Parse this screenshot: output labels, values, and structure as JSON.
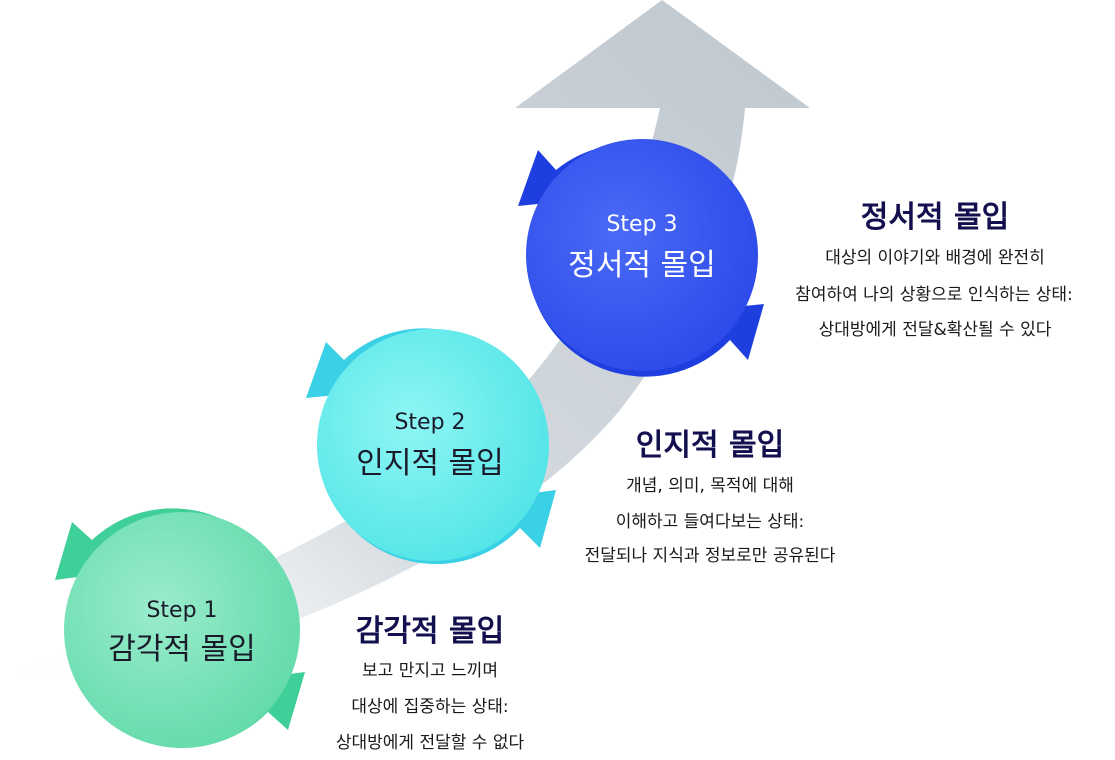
{
  "colors": {
    "arrow_gray": "#c7ced5",
    "step1_fill": "#7fe3be",
    "step1_arrow": "#3fcf98",
    "step2_fill": "#6ef1ef",
    "step2_arrow": "#3ad0e6",
    "step3_fill": "#3456f2",
    "step3_arrow": "#1e3ee0",
    "title_color": "#14104f"
  },
  "steps": [
    {
      "step_label": "Step 1",
      "name": "감각적 몰입",
      "title": "감각적 몰입",
      "lines": [
        "보고 만지고 느끼며",
        "대상에 집중하는 상태:",
        "상대방에게 전달할 수 없다"
      ]
    },
    {
      "step_label": "Step 2",
      "name": "인지적 몰입",
      "title": "인지적 몰입",
      "lines": [
        "개념, 의미, 목적에 대해",
        "이해하고 들여다보는 상태:",
        "전달되나 지식과 정보로만 공유된다"
      ]
    },
    {
      "step_label": "Step 3",
      "name": "정서적 몰입",
      "title": "정서적 몰입",
      "lines": [
        "대상의 이야기와 배경에 완전히",
        "참여하여 나의 상황으로 인식하는 상태:",
        "상대방에게 전달&확산될 수 있다"
      ]
    }
  ]
}
